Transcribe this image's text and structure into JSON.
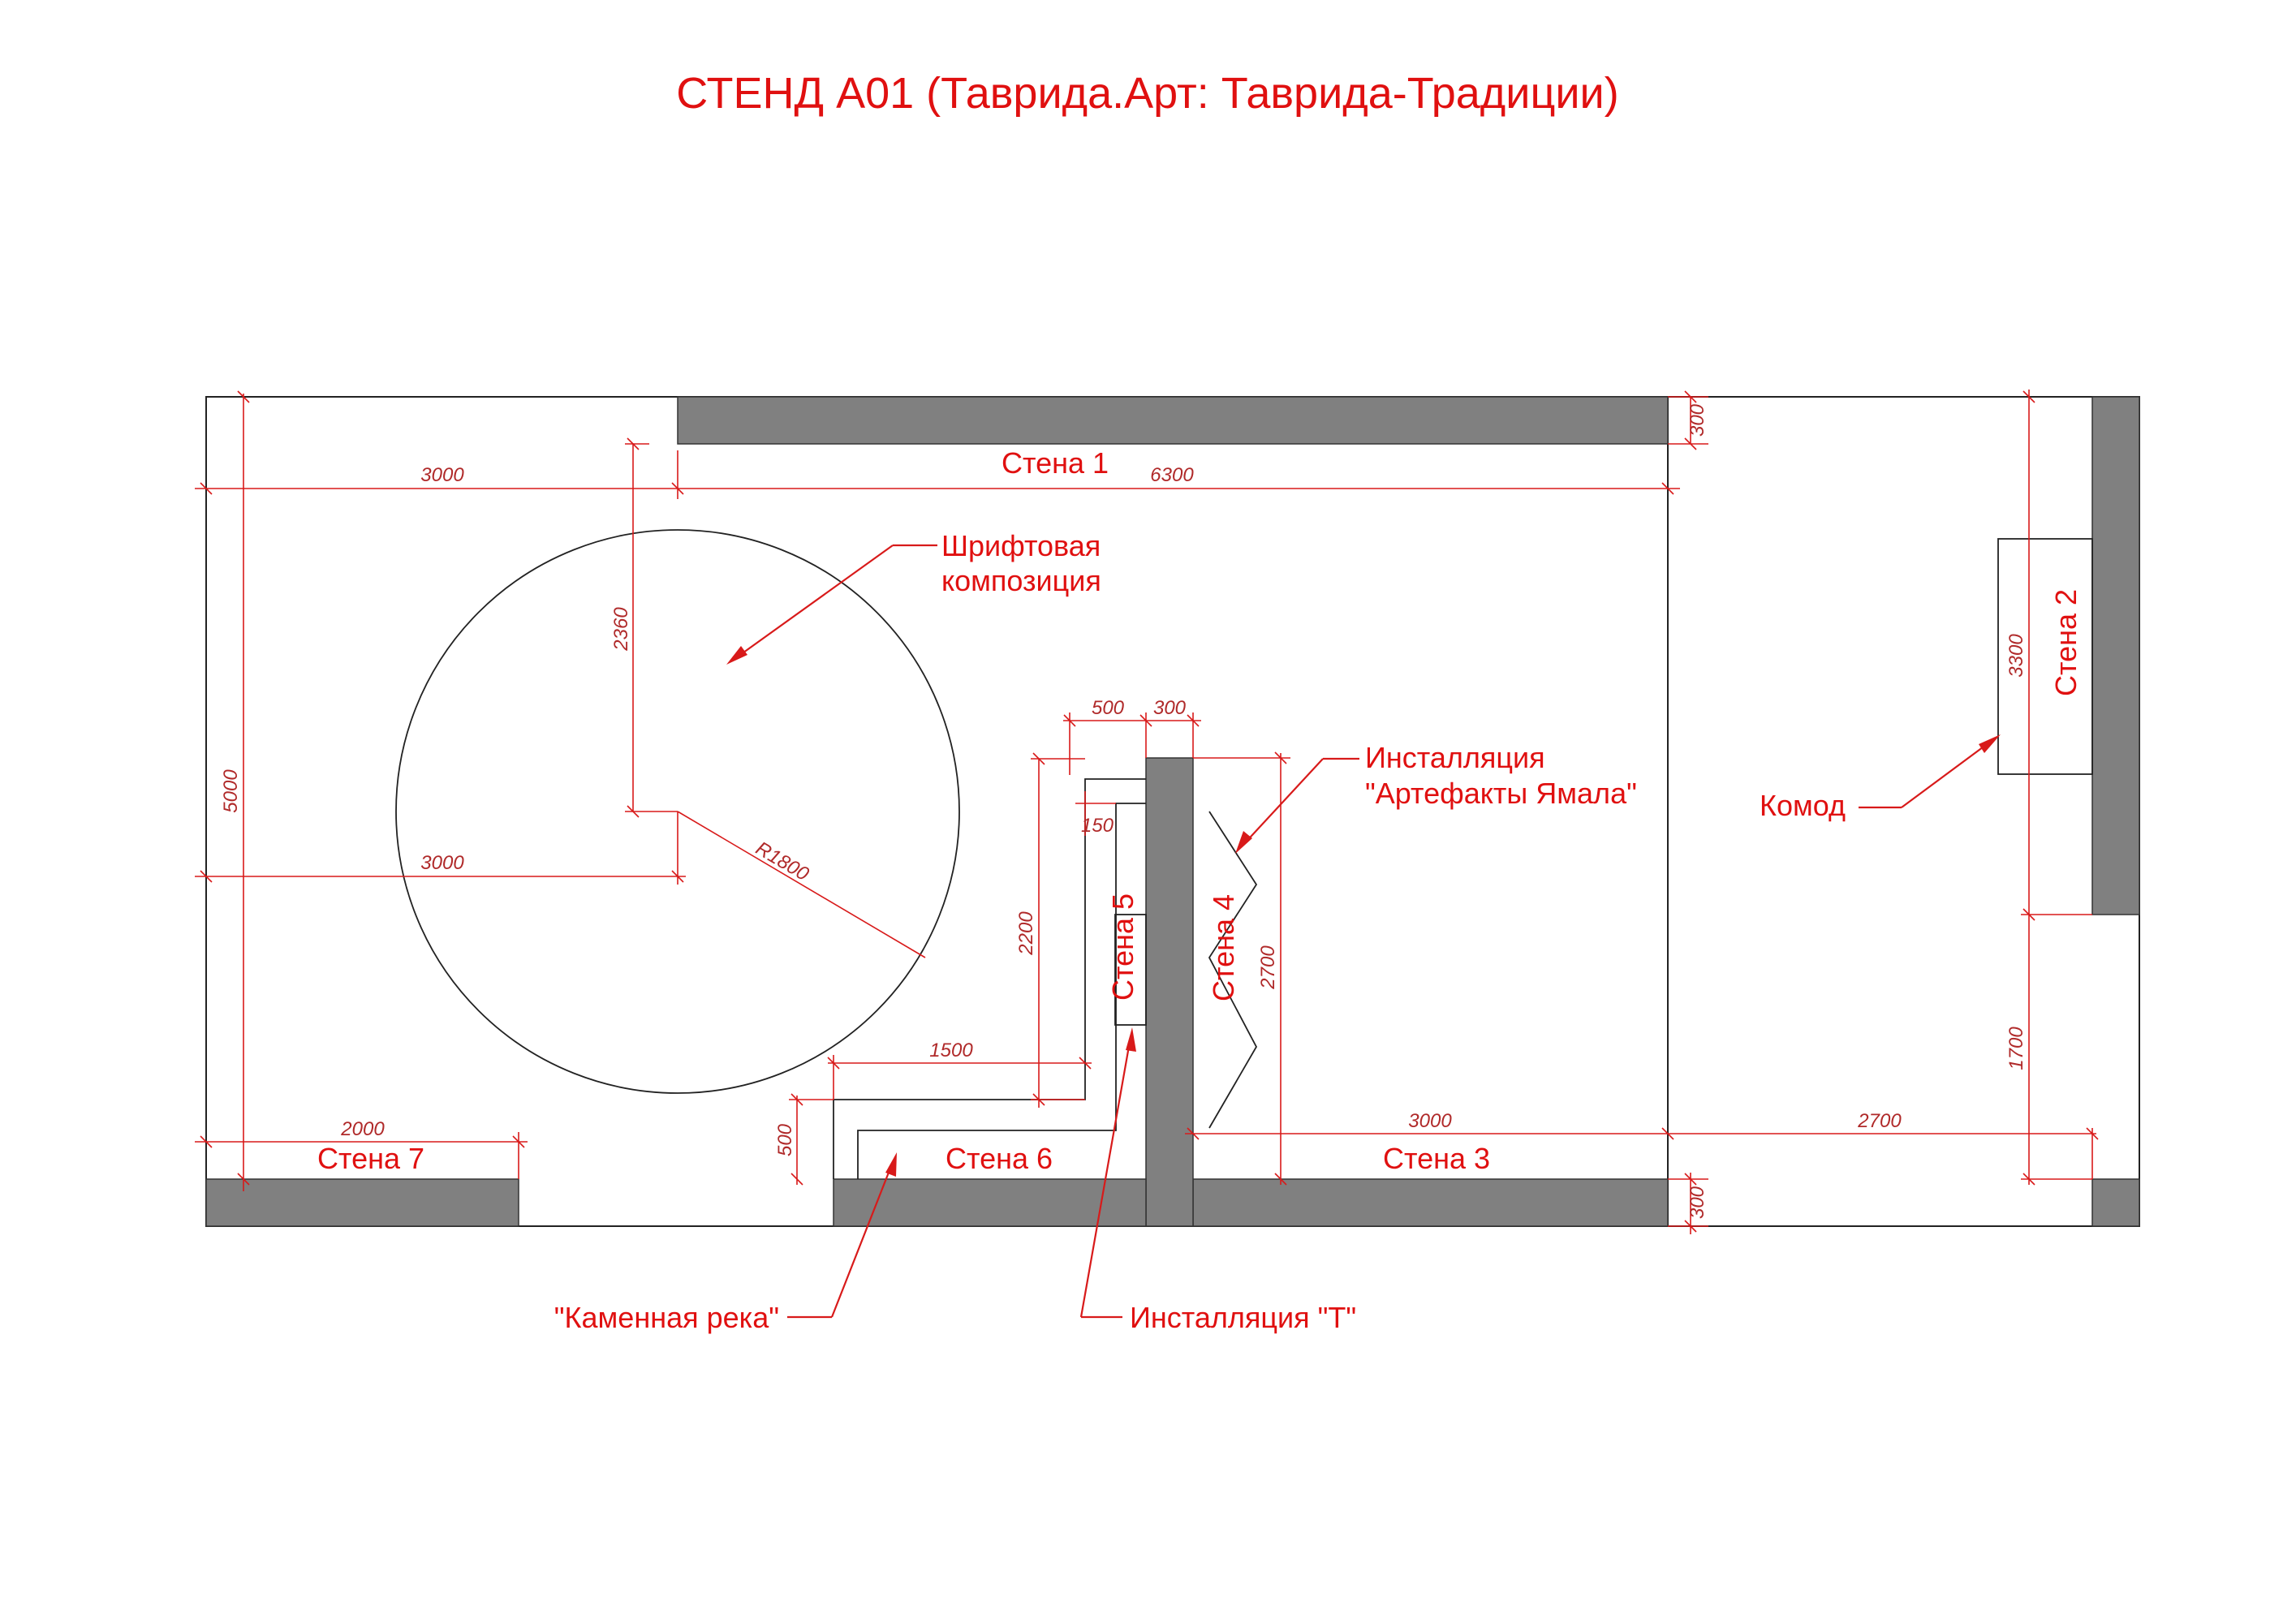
{
  "title": "СТЕНД А01 (Таврида.Арт: Таврида-Традиции)",
  "colors": {
    "accent": "#e01010",
    "wall": "#808080",
    "line": "#222222"
  },
  "walls": {
    "wall1": "Стена 1",
    "wall2": "Стена 2",
    "wall3": "Стена 3",
    "wall4": "Стена 4",
    "wall5": "Стена 5",
    "wall6": "Стена 6",
    "wall7": "Стена 7"
  },
  "callouts": {
    "font_composition_line1": "Шрифтовая",
    "font_composition_line2": "композиция",
    "yamal_line1": "Инсталляция",
    "yamal_line2": "\"Артефакты Ямала\"",
    "commode": "Комод",
    "stone_river": "\"Каменная река\"",
    "installation_t": "Инсталляция \"Т\""
  },
  "dimensions": {
    "top_left_3000": "3000",
    "top_6300": "6300",
    "top_300": "300",
    "height_5000": "5000",
    "circle_2360": "2360",
    "mid_3000": "3000",
    "radius": "R1800",
    "d500_top": "500",
    "d300_top": "300",
    "d150": "150",
    "d2200": "2200",
    "d2700": "2700",
    "d1500": "1500",
    "d500_left": "500",
    "d2000": "2000",
    "bottom_3000": "3000",
    "bottom_2700": "2700",
    "bottom_300": "300",
    "right_3300": "3300",
    "right_1700": "1700"
  }
}
